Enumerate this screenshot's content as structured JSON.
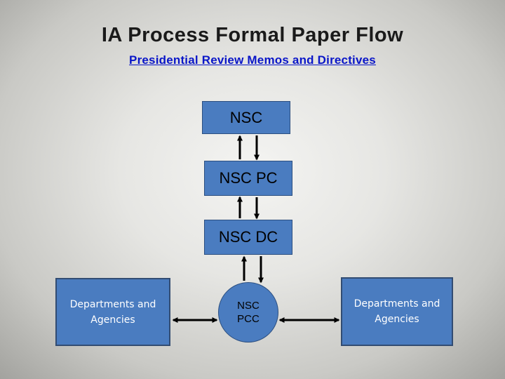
{
  "slide": {
    "title": "IA Process Formal Paper Flow",
    "subtitle": "Presidential Review Memos and Directives"
  },
  "nodes": {
    "nsc": "NSC",
    "nsc_pc": "NSC PC",
    "nsc_dc": "NSC DC",
    "nsc_pcc": "NSC\nPCC",
    "dept_left": "Departments and\nAgencies",
    "dept_right": "Departments and\nAgencies"
  },
  "edges": [
    {
      "from": "NSC",
      "to": "NSC PC",
      "direction": "bidirectional"
    },
    {
      "from": "NSC PC",
      "to": "NSC DC",
      "direction": "bidirectional"
    },
    {
      "from": "NSC DC",
      "to": "NSC PCC",
      "direction": "bidirectional"
    },
    {
      "from": "NSC PCC",
      "to": "Departments and Agencies (left)",
      "direction": "bidirectional"
    },
    {
      "from": "NSC PCC",
      "to": "Departments and Agencies (right)",
      "direction": "bidirectional"
    }
  ],
  "colors": {
    "box_fill": "#4a7cc0",
    "box_border": "#2c4f80",
    "subtitle": "#0a16c8",
    "arrow": "#000000"
  }
}
